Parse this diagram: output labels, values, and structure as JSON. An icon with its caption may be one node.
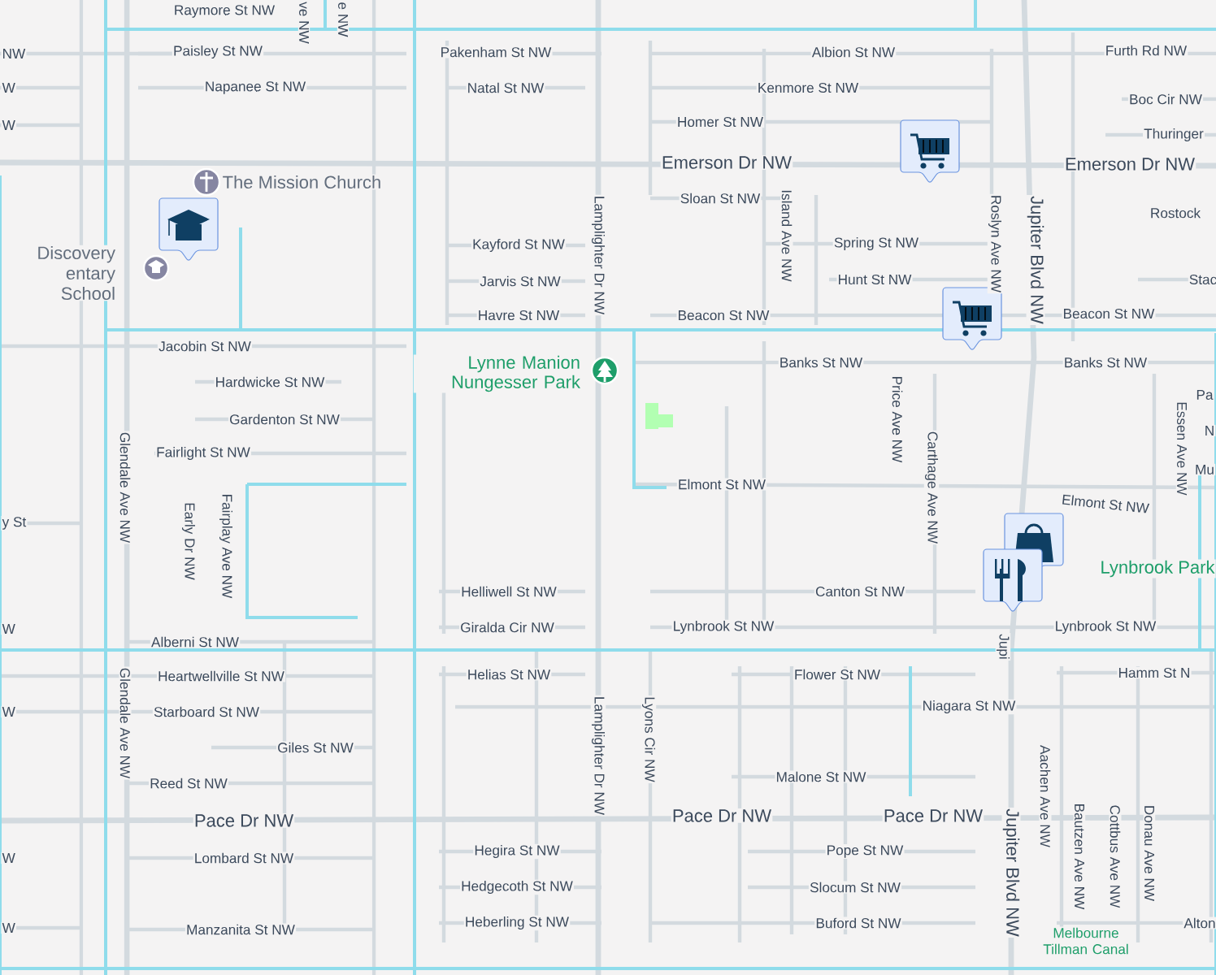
{
  "diagram": {
    "labels": [
      "Raymore St NW",
      "ve NW",
      "e NW",
      "NW",
      "Paisley St NW",
      "Pakenham St NW",
      "Albion St NW",
      "Furth Rd NW",
      "W",
      "Napanee St NW",
      "Natal St NW",
      "Kenmore St NW",
      "Boc Cir NW",
      "W",
      "Homer St NW",
      "Thuringer",
      "Emerson Dr NW",
      "Emerson Dr NW",
      "The Mission Church",
      "Sloan St NW",
      "Rostock",
      "Kayford St NW",
      "Spring St NW",
      "Discovery entary School",
      "Jarvis St NW",
      "Hunt St NW",
      "Stac",
      "Havre St NW",
      "Beacon St NW",
      "Beacon St NW",
      "Lamplighter Dr NW",
      "Island Ave NW",
      "Roslyn Ave NW",
      "Jupiter Blvd NW",
      "Jacobin St NW",
      "Lynne Manion Nungesser Park",
      "Banks St NW",
      "Banks St NW",
      "Hardwicke St NW",
      "Pa",
      "Gardenton St NW",
      "N",
      "Price Ave NW",
      "Fairlight St NW",
      "Essen Ave NW",
      "Mu",
      "Glendale Ave NW",
      "Carthage Ave NW",
      "Elmont St NW",
      "Elmont St NW",
      "y St",
      "Early Dr NW",
      "Fairplay Ave NW",
      "Lynbrook Park",
      "Helliwell St NW",
      "Canton St NW",
      "W",
      "Giralda Cir NW",
      "Lynbrook St NW",
      "Lynbrook St NW",
      "Jupi",
      "Alberni St NW",
      "Heartwellville St NW",
      "Helias St NW",
      "Flower St NW",
      "Hamm St N",
      "W",
      "Starboard St NW",
      "Niagara St NW",
      "Glendale Ave NW",
      "Lamplighter Dr NW",
      "Lyons Cir NW",
      "Giles St NW",
      "Malone St NW",
      "Reed St NW",
      "Aachen Ave NW",
      "Pace Dr NW",
      "Pace Dr NW",
      "Pace Dr NW",
      "Bautzen Ave NW",
      "Cottbus Ave NW",
      "Donau Ave NW",
      "Jupiter Blvd NW",
      "W",
      "Lombard St NW",
      "Hegira St NW",
      "Pope St NW",
      "Hedgecoth St NW",
      "Slocum St NW",
      "W",
      "Manzanita St NW",
      "Heberling St NW",
      "Buford St NW",
      "Alton",
      "Melbourne Tillman Canal"
    ]
  }
}
